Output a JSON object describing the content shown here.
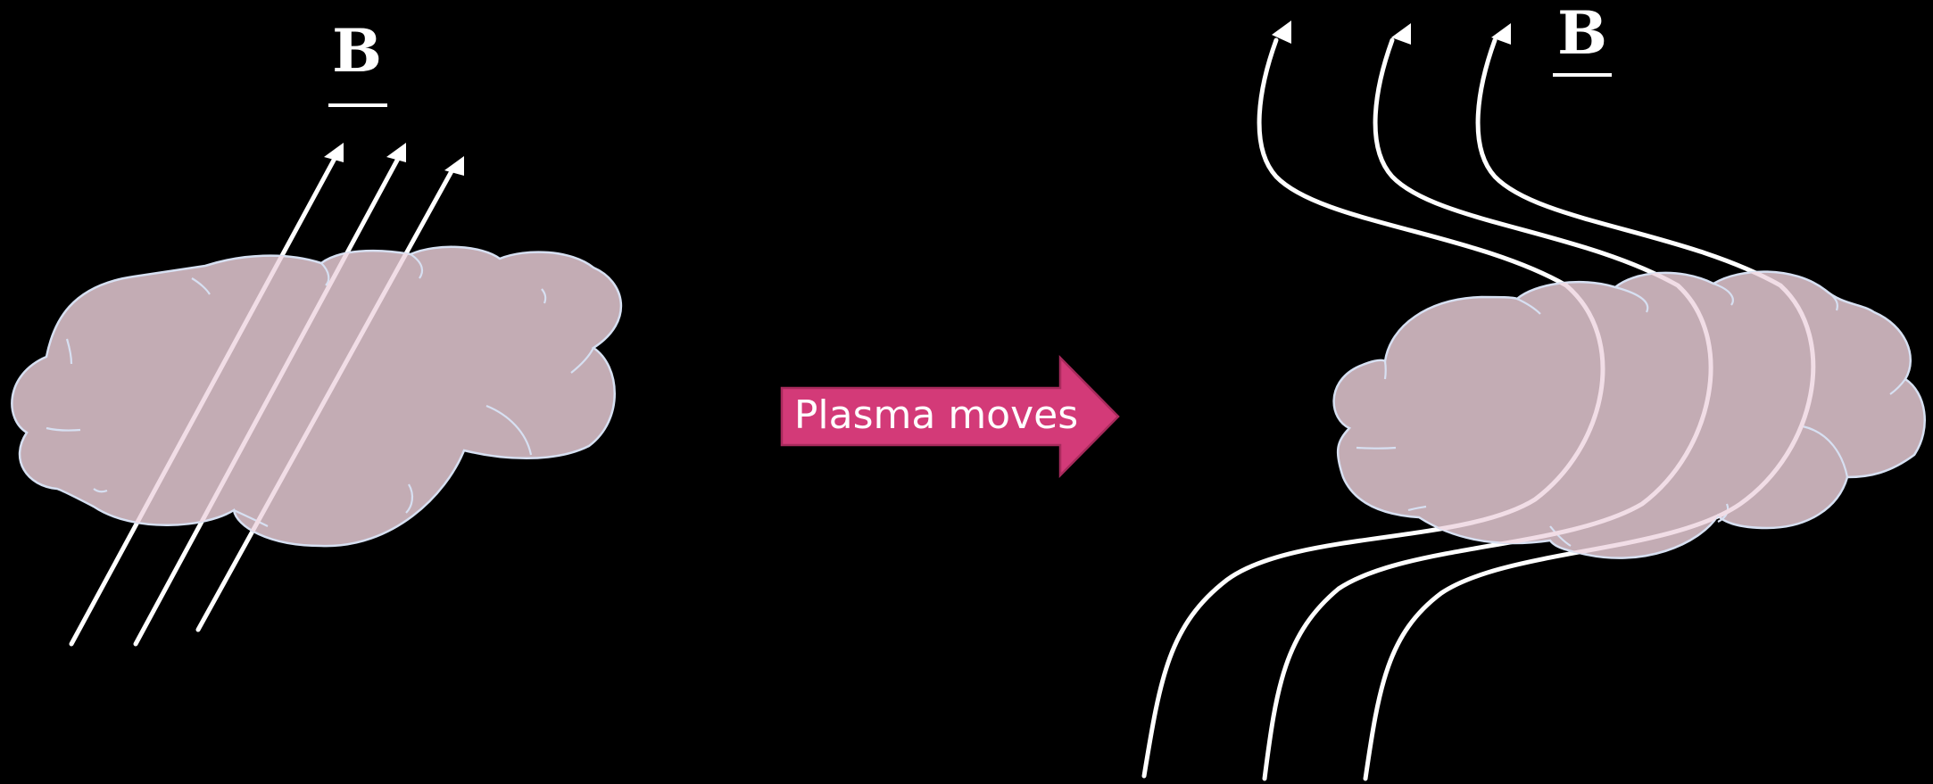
{
  "left_panel": {
    "field_symbol": "B"
  },
  "right_panel": {
    "field_symbol": "B"
  },
  "transition_arrow": {
    "label": "Plasma moves",
    "fill_color": "#d33a78",
    "border_color": "#a82a5c"
  },
  "colors": {
    "background": "#000000",
    "plasma_cloud": "#c3acb4",
    "cloud_outline": "#d7e0f2",
    "field_line": "#ffffff"
  }
}
